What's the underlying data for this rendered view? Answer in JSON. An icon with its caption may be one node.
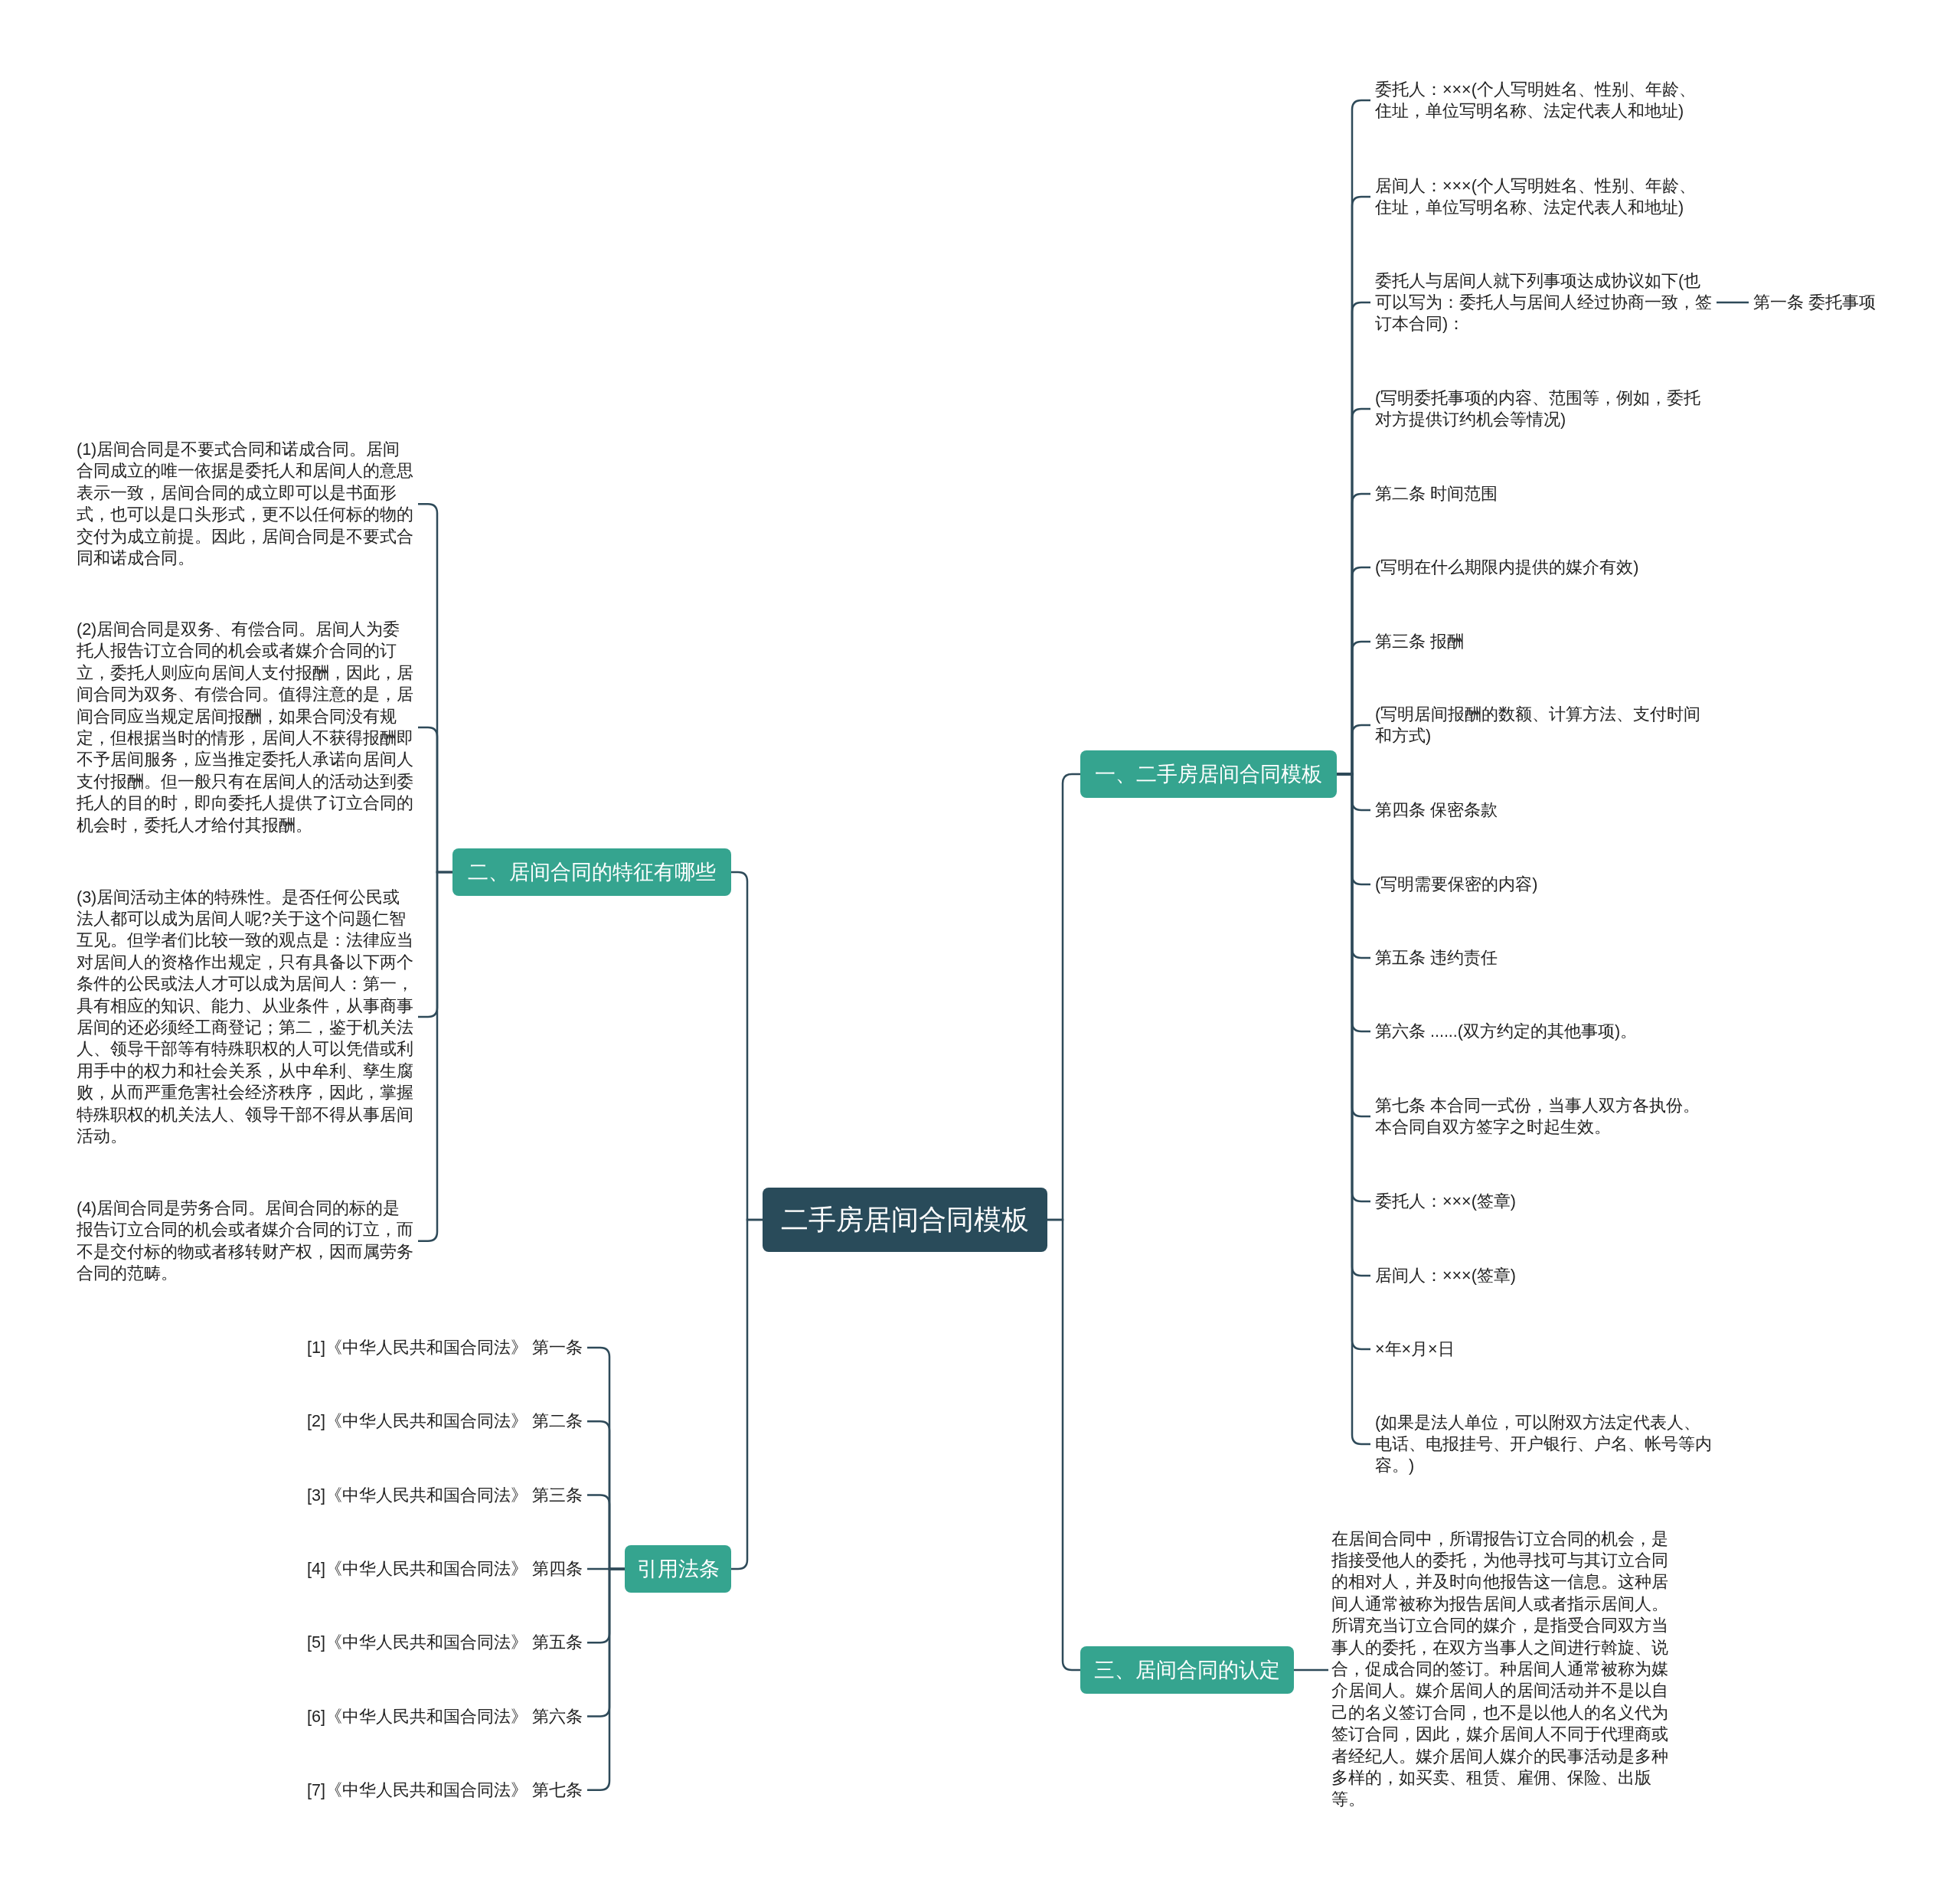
{
  "diagram": {
    "nodes": [
      {
        "text": [
          "二手房居间合同模板"
        ]
      },
      {
        "text": [
          "一、二手房居间合同模板"
        ]
      },
      {
        "text": [
          "委托人：×××(个人写明姓名、性别、年龄、住址，单位写明名称、法定代表人和地址)"
        ]
      },
      {
        "text": [
          "居间人：×××(个人写明姓名、性别、年龄、住址，单位写明名称、法定代表人和地址)"
        ]
      },
      {
        "text": [
          "委托人与居间人就下列事项达成协议如下(也可以写为：委托人与居间人经过协商一致，签订本合同)："
        ]
      },
      {
        "text": [
          "第一条 委托事项"
        ]
      },
      {
        "text": [
          "(写明委托事项的内容、范围等，例如，委托对方提供订约机会等情况)"
        ]
      },
      {
        "text": [
          "第二条 时间范围"
        ]
      },
      {
        "text": [
          "(写明在什么期限内提供的媒介有效)"
        ]
      },
      {
        "text": [
          "第三条 报酬"
        ]
      },
      {
        "text": [
          "(写明居间报酬的数额、计算方法、支付时间和方式)"
        ]
      },
      {
        "text": [
          "第四条 保密条款"
        ]
      },
      {
        "text": [
          "(写明需要保密的内容)"
        ]
      },
      {
        "text": [
          "第五条 违约责任"
        ]
      },
      {
        "text": [
          "第六条 ......(双方约定的其他事项)。"
        ]
      },
      {
        "text": [
          "第七条 本合同一式份，当事人双方各执份。本合同自双方签字之时起生效。"
        ]
      },
      {
        "text": [
          "委托人：×××(签章)"
        ]
      },
      {
        "text": [
          "居间人：×××(签章)"
        ]
      },
      {
        "text": [
          "×年×月×日"
        ]
      },
      {
        "text": [
          "(如果是法人单位，可以附双方法定代表人、电话、电报挂号、开户银行、户名、帐号等内容。)"
        ]
      },
      {
        "text": [
          "三、居间合同的认定"
        ]
      },
      {
        "text": [
          "在居间合同中，所谓报告订立合同的机会，是指接受他人的委托，为他寻找可与其订立合同的相对人，并及时向他报告这一信息。这种居间人通常被称为报告居间人或者指示居间人。所谓充当订立合同的媒介，是指受合同双方当事人的委托，在双方当事人之间进行斡旋、说合，促成合同的签订。种居间人通常被称为媒介居间人。媒介居间人的居间活动并不是以自己的名义签订合同，也不是以他人的名义代为签订合同，因此，媒介居间人不同于代理商或者经纪人。媒介居间人媒介的民事活动是多种多样的，如买卖、租赁、雇佣、保险、出版等。"
        ]
      },
      {
        "text": [
          "二、居间合同的特征有哪些"
        ]
      },
      {
        "text": [
          "(1)居间合同是不要式合同和诺成合同。居间合同成立的唯一依据是委托人和居间人的意思表示一致，居间合同的成立即可以是书面形式，也可以是口头形式，更不以任何标的物的交付为成立前提。因此，居间合同是不要式合同和诺成合同。"
        ]
      },
      {
        "text": [
          "(2)居间合同是双务、有偿合同。居间人为委托人报告订立合同的机会或者媒介合同的订立，委托人则应向居间人支付报酬，因此，居间合同为双务、有偿合同。值得注意的是，居间合同应当规定居间报酬，如果合同没有规定，但根据当时的情形，居间人不获得报酬即不予居间服务，应当推定委托人承诺向居间人支付报酬。但一般只有在居间人的活动达到委托人的目的时，即向委托人提供了订立合同的机会时，委托人才给付其报酬。"
        ]
      },
      {
        "text": [
          "(3)居间活动主体的特殊性。是否任何公民或法人都可以成为居间人呢?关于这个问题仁智互见。但学者们比较一致的观点是：法律应当对居间人的资格作出规定，只有具备以下两个条件的公民或法人才可以成为居间人：第一，具有相应的知识、能力、从业条件，从事商事居间的还必须经工商登记；第二，鉴于机关法人、领导干部等有特殊职权的人可以凭借或利用手中的权力和社会关系，从中牟利、孳生腐败，从而严重危害社会经济秩序，因此，掌握特殊职权的机关法人、领导干部不得从事居间活动。"
        ]
      },
      {
        "text": [
          "(4)居间合同是劳务合同。居间合同的标的是报告订立合同的机会或者媒介合同的订立，而不是交付标的物或者移转财产权，因而属劳务合同的范畴。"
        ]
      },
      {
        "text": [
          "引用法条"
        ]
      },
      {
        "text": [
          "[1]《中华人民共和国合同法》 第一条"
        ]
      },
      {
        "text": [
          "[2]《中华人民共和国合同法》 第二条"
        ]
      },
      {
        "text": [
          "[3]《中华人民共和国合同法》 第三条"
        ]
      },
      {
        "text": [
          "[4]《中华人民共和国合同法》 第四条"
        ]
      },
      {
        "text": [
          "[5]《中华人民共和国合同法》 第五条"
        ]
      },
      {
        "text": [
          "[6]《中华人民共和国合同法》 第六条"
        ]
      },
      {
        "text": [
          "[7]《中华人民共和国合同法》 第七条"
        ]
      }
    ],
    "edges": [
      {
        "from": 0,
        "to": 1,
        "arrow": "none"
      },
      {
        "from": 1,
        "to": 2,
        "arrow": "none"
      },
      {
        "from": 1,
        "to": 3,
        "arrow": "none"
      },
      {
        "from": 1,
        "to": 4,
        "arrow": "none"
      },
      {
        "from": 4,
        "to": 5,
        "arrow": "none"
      },
      {
        "from": 1,
        "to": 6,
        "arrow": "none"
      },
      {
        "from": 1,
        "to": 7,
        "arrow": "none"
      },
      {
        "from": 1,
        "to": 8,
        "arrow": "none"
      },
      {
        "from": 1,
        "to": 9,
        "arrow": "none"
      },
      {
        "from": 1,
        "to": 10,
        "arrow": "none"
      },
      {
        "from": 1,
        "to": 11,
        "arrow": "none"
      },
      {
        "from": 1,
        "to": 12,
        "arrow": "none"
      },
      {
        "from": 1,
        "to": 13,
        "arrow": "none"
      },
      {
        "from": 1,
        "to": 14,
        "arrow": "none"
      },
      {
        "from": 1,
        "to": 15,
        "arrow": "none"
      },
      {
        "from": 1,
        "to": 16,
        "arrow": "none"
      },
      {
        "from": 1,
        "to": 17,
        "arrow": "none"
      },
      {
        "from": 1,
        "to": 18,
        "arrow": "none"
      },
      {
        "from": 1,
        "to": 19,
        "arrow": "none"
      },
      {
        "from": 0,
        "to": 20,
        "arrow": "none"
      },
      {
        "from": 20,
        "to": 21,
        "arrow": "none"
      },
      {
        "from": 0,
        "to": 22,
        "arrow": "none"
      },
      {
        "from": 22,
        "to": 23,
        "arrow": "none"
      },
      {
        "from": 22,
        "to": 24,
        "arrow": "none"
      },
      {
        "from": 22,
        "to": 25,
        "arrow": "none"
      },
      {
        "from": 22,
        "to": 26,
        "arrow": "none"
      },
      {
        "from": 0,
        "to": 27,
        "arrow": "none"
      },
      {
        "from": 27,
        "to": 28,
        "arrow": "none"
      },
      {
        "from": 27,
        "to": 29,
        "arrow": "none"
      },
      {
        "from": 27,
        "to": 30,
        "arrow": "none"
      },
      {
        "from": 27,
        "to": 31,
        "arrow": "none"
      },
      {
        "from": 27,
        "to": 32,
        "arrow": "none"
      },
      {
        "from": 27,
        "to": 33,
        "arrow": "none"
      },
      {
        "from": 27,
        "to": 34,
        "arrow": "none"
      }
    ]
  }
}
